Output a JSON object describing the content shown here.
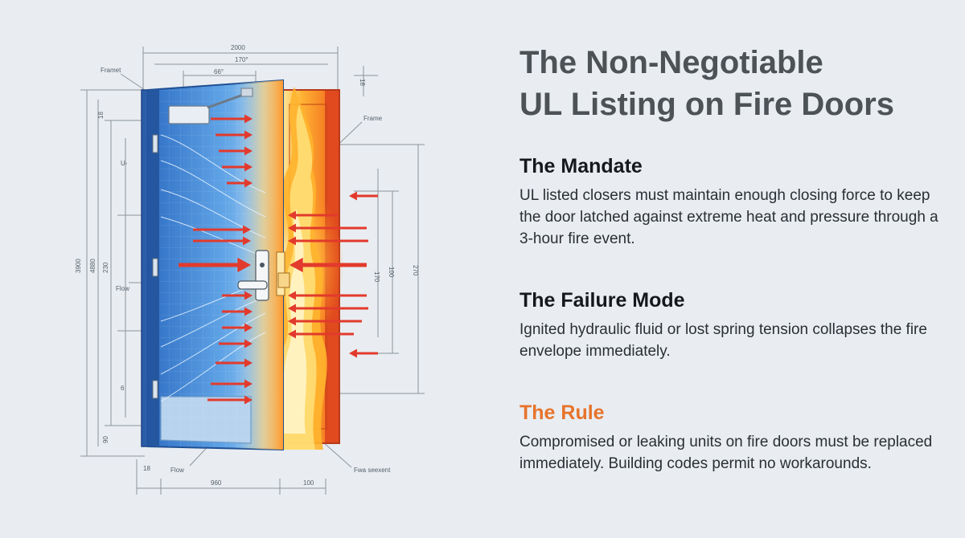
{
  "title": {
    "line1": "The Non-Negotiable",
    "line2": "UL Listing on Fire Doors"
  },
  "sections": [
    {
      "heading": "The Mandate",
      "body": "UL listed closers must maintain enough closing force to keep the door latched against extreme heat and pressure through a 3-hour fire event."
    },
    {
      "heading": "The Failure Mode",
      "body": "Ignited hydraulic fluid or lost spring tension collapses the fire envelope immediately."
    },
    {
      "heading": "The Rule",
      "body": "Compromised or leaking units on fire doors must be replaced immediately. Building codes permit no workarounds."
    }
  ],
  "diagram": {
    "labels": {
      "frame_left": "Framet",
      "frame_right": "Frame",
      "flow_mid": "Flow",
      "flow_bottom": "Flow",
      "fire_bottom": "Fwa seexent"
    },
    "dimensions": {
      "top_width": "2000",
      "top_inner": "170°",
      "top_small": "66°",
      "top_right": "18",
      "left_total": "3900",
      "left_mid": "4880",
      "left_inner": "230",
      "left_top": "18",
      "left_upper": "U-",
      "left_lower": "6",
      "left_bottom": "90",
      "right_a": "170",
      "right_b": "100",
      "right_c": "270",
      "bottom_left": "18",
      "bottom_door": "960",
      "bottom_right": "100"
    }
  },
  "colors": {
    "title": "#4d5257",
    "heading": "#15191d",
    "accent": "#e7742c",
    "body_text": "#2a2f34",
    "door_blue": "#3f7fd0",
    "arrow_red": "#e23a2c",
    "fire_orange": "#f7941d",
    "frame_red": "#e04a1e"
  }
}
